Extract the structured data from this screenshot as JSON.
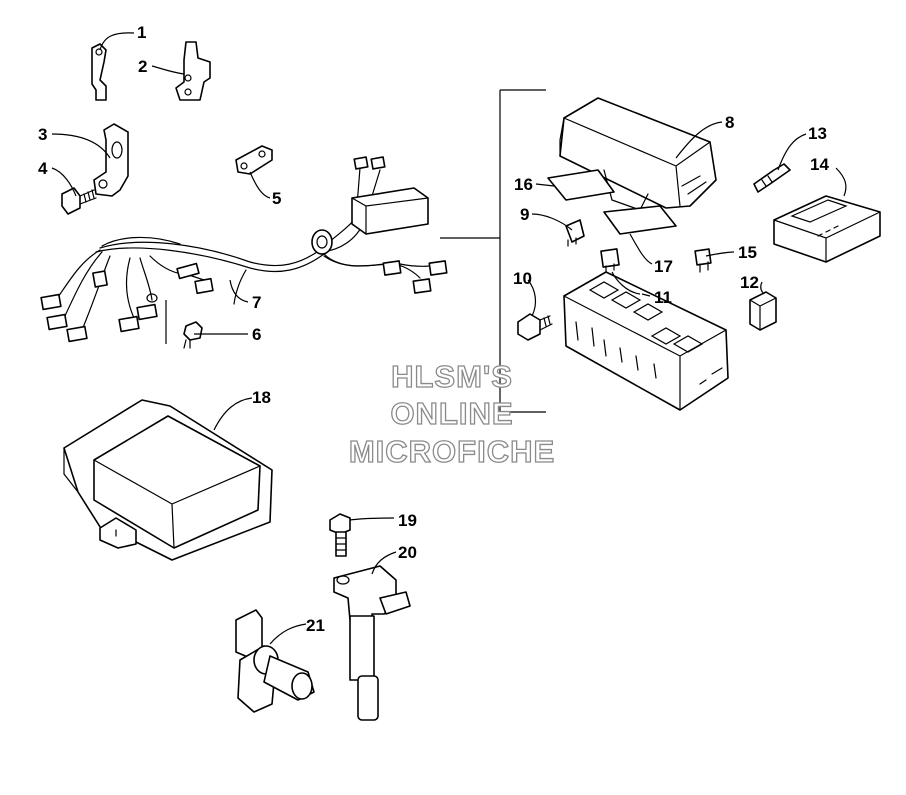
{
  "callouts": [
    "1",
    "2",
    "3",
    "4",
    "5",
    "6",
    "7",
    "8",
    "9",
    "10",
    "11",
    "12",
    "13",
    "14",
    "15",
    "16",
    "17",
    "18",
    "19",
    "20",
    "21"
  ],
  "watermark": {
    "line1": "HLSM'S",
    "line2": "ONLINE",
    "line3": "MICROFICHE",
    "color": "#8a8a8a"
  }
}
